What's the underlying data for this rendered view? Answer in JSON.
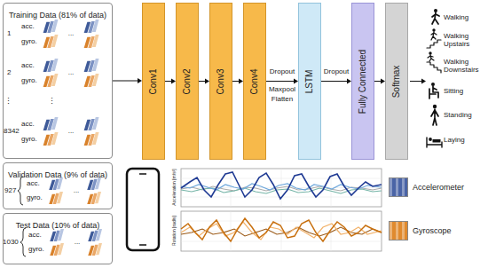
{
  "diagram": {
    "nodes": [
      {
        "text": [
          "Training Data (81% of data)"
        ]
      },
      {
        "text": [
          "Validation Data (9% of data)"
        ]
      },
      {
        "text": [
          "Test Data (10% of data)"
        ]
      },
      {
        "text": [
          "Conv1"
        ]
      },
      {
        "text": [
          "Conv2"
        ]
      },
      {
        "text": [
          "Conv3"
        ]
      },
      {
        "text": [
          "Conv4"
        ]
      },
      {
        "text": [
          "LSTM"
        ]
      },
      {
        "text": [
          "Fully Connected"
        ]
      },
      {
        "text": [
          "Softmax"
        ]
      }
    ],
    "edges": [
      {
        "from": 0,
        "to": 3,
        "arrow": "to"
      },
      {
        "from": 3,
        "to": 4,
        "arrow": "to"
      },
      {
        "from": 4,
        "to": 5,
        "arrow": "to"
      },
      {
        "from": 5,
        "to": 6,
        "arrow": "to"
      },
      {
        "from": 6,
        "to": 7,
        "arrow": "to"
      },
      {
        "from": 7,
        "to": 8,
        "arrow": "to"
      },
      {
        "from": 8,
        "to": 9,
        "arrow": "to"
      }
    ],
    "labels": [
      "1",
      "acc.",
      "gyro.",
      "...",
      "2",
      "acc.",
      "gyro.",
      "...",
      "⋮",
      "⋮",
      "8342",
      "acc.",
      "gyro.",
      "...",
      "927",
      "acc.",
      "gyro.",
      "...",
      "1030",
      "acc.",
      "gyro.",
      "...",
      "Dropout",
      "Maxpool",
      "Flatten",
      "Dropout",
      "Walking",
      "Walking Upstairs",
      "Walking Downstairs",
      "Sitting",
      "Standing",
      "Laying",
      "Acceleration [m/s²]",
      "Rotation [rad/s]"
    ],
    "legend": [
      {
        "text": "Accelerometer",
        "color": "#4a64a6"
      },
      {
        "text": "Gyroscope",
        "color": "#e08a2e"
      }
    ]
  }
}
